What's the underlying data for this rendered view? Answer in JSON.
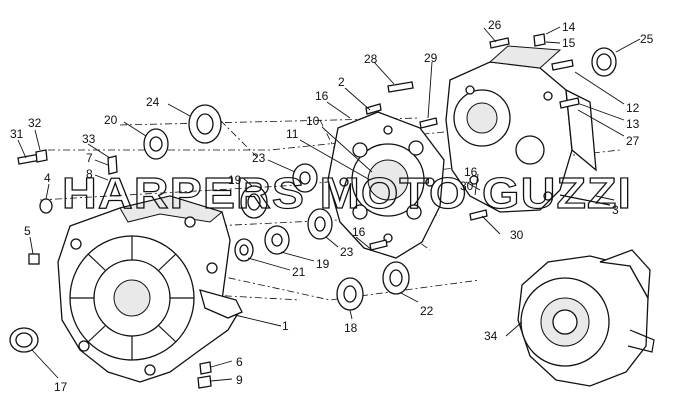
{
  "watermark": "HARPERS MOTO GUZZI",
  "callouts": [
    {
      "id": "c1",
      "label": "1"
    },
    {
      "id": "c2",
      "label": "2"
    },
    {
      "id": "c3",
      "label": "3"
    },
    {
      "id": "c4",
      "label": "4"
    },
    {
      "id": "c5",
      "label": "5"
    },
    {
      "id": "c6",
      "label": "6"
    },
    {
      "id": "c7",
      "label": "7"
    },
    {
      "id": "c8",
      "label": "8"
    },
    {
      "id": "c9",
      "label": "9"
    },
    {
      "id": "c10",
      "label": "10"
    },
    {
      "id": "c11",
      "label": "11"
    },
    {
      "id": "c12",
      "label": "12"
    },
    {
      "id": "c13",
      "label": "13"
    },
    {
      "id": "c14",
      "label": "14"
    },
    {
      "id": "c15",
      "label": "15"
    },
    {
      "id": "c16a",
      "label": "16"
    },
    {
      "id": "c16b",
      "label": "16"
    },
    {
      "id": "c16c",
      "label": "16"
    },
    {
      "id": "c17",
      "label": "17"
    },
    {
      "id": "c18",
      "label": "18"
    },
    {
      "id": "c19a",
      "label": "19"
    },
    {
      "id": "c19b",
      "label": "19"
    },
    {
      "id": "c20",
      "label": "20"
    },
    {
      "id": "c21",
      "label": "21"
    },
    {
      "id": "c22",
      "label": "22"
    },
    {
      "id": "c23a",
      "label": "23"
    },
    {
      "id": "c23b",
      "label": "23"
    },
    {
      "id": "c24",
      "label": "24"
    },
    {
      "id": "c25",
      "label": "25"
    },
    {
      "id": "c26",
      "label": "26"
    },
    {
      "id": "c27",
      "label": "27"
    },
    {
      "id": "c28",
      "label": "28"
    },
    {
      "id": "c29",
      "label": "29"
    },
    {
      "id": "c30a",
      "label": "30"
    },
    {
      "id": "c30b",
      "label": "30"
    },
    {
      "id": "c31",
      "label": "31"
    },
    {
      "id": "c32",
      "label": "32"
    },
    {
      "id": "c33",
      "label": "33"
    },
    {
      "id": "c34",
      "label": "34"
    }
  ]
}
